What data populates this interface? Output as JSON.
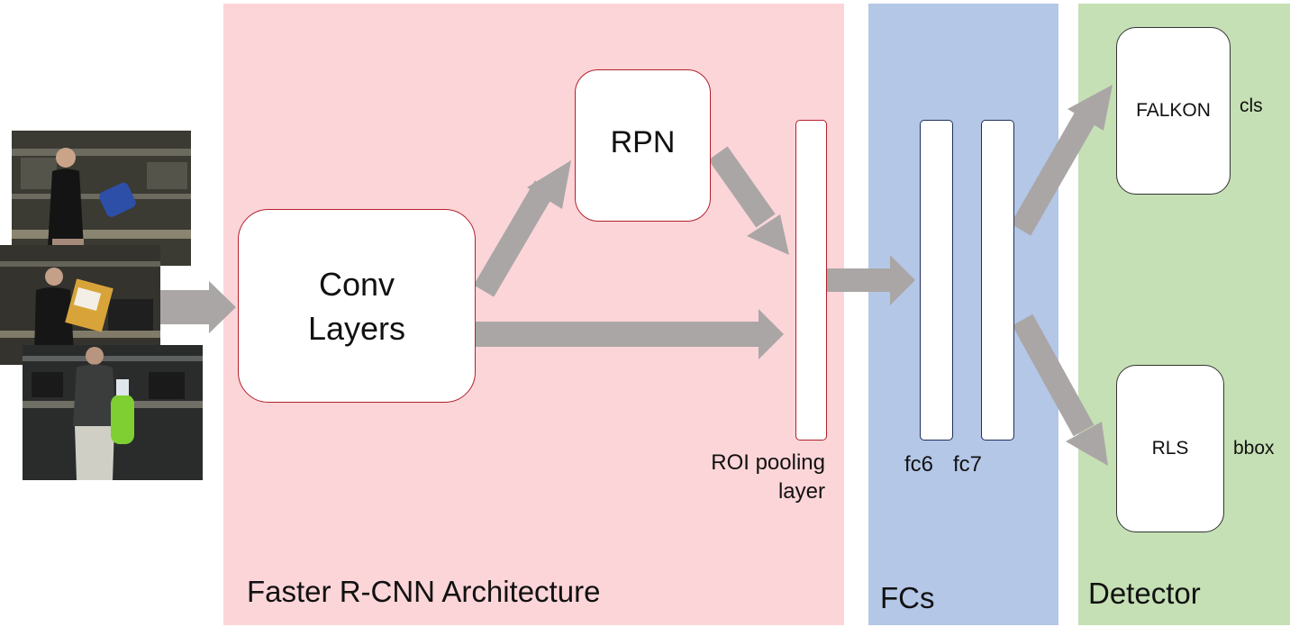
{
  "panels": {
    "faster_rcnn": {
      "title": "Faster R-CNN Architecture",
      "color": "#fcd5d8"
    },
    "fcs": {
      "title": "FCs",
      "color": "#b4c7e7"
    },
    "detector": {
      "title": "Detector",
      "color": "#c5e0b4"
    }
  },
  "boxes": {
    "conv": {
      "line1": "Conv",
      "line2": "Layers"
    },
    "rpn": {
      "label": "RPN"
    },
    "falkon": {
      "label": "FALKON"
    },
    "rls": {
      "label": "RLS"
    }
  },
  "labels": {
    "roi_line1": "ROI pooling",
    "roi_line2": "layer",
    "fc6": "fc6",
    "fc7": "fc7",
    "cls": "cls",
    "bbox": "bbox"
  },
  "colors": {
    "arrow": "#aaa6a6",
    "box_border_red": "#b3202a",
    "fc_border": "#1f2f5a"
  }
}
